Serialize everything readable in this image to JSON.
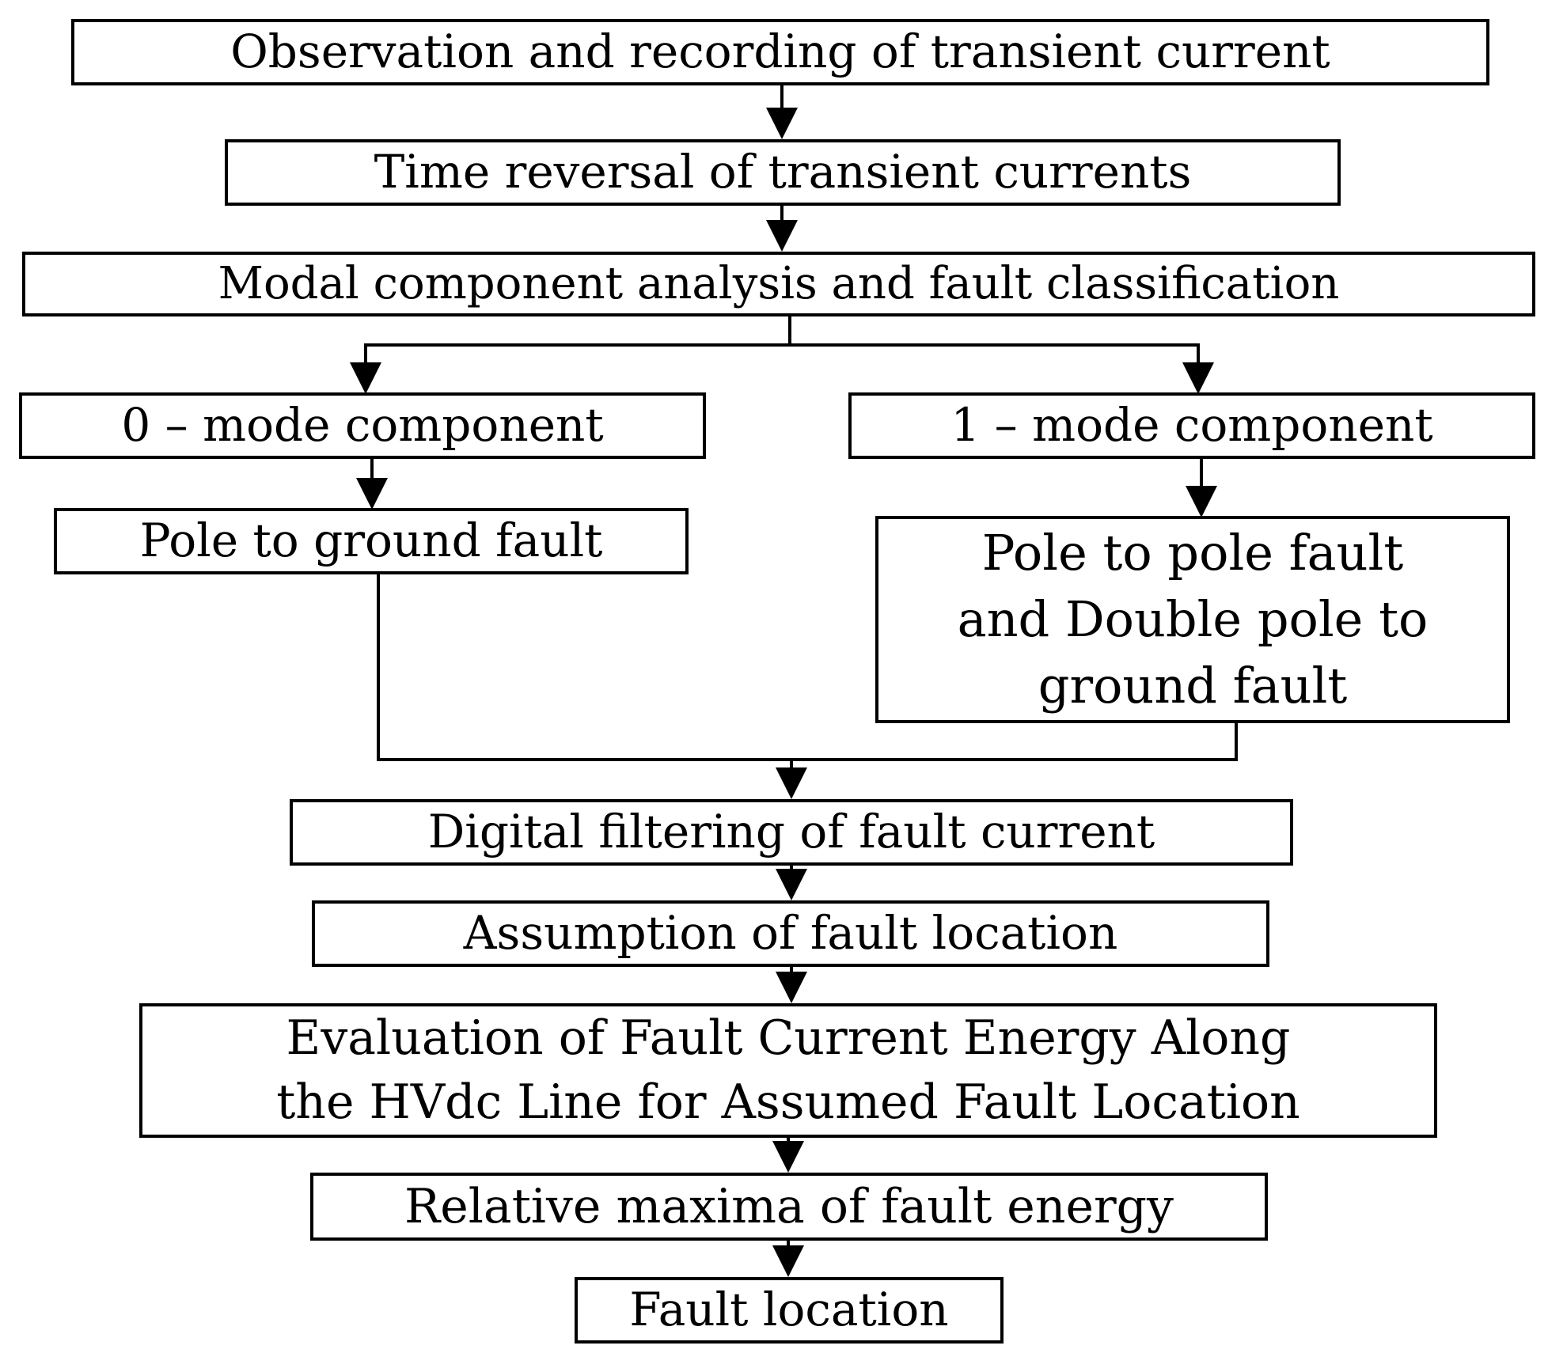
{
  "flowchart": {
    "colors": {
      "line": "#000000",
      "box_fill": "#ffffff",
      "text": "#000000"
    },
    "steps": {
      "observation": "Observation and recording of transient current",
      "time_reversal": "Time reversal of transient currents",
      "modal_analysis": "Modal component analysis and fault classification",
      "mode0": "0 – mode component",
      "mode1": "1 – mode component",
      "pole_ground": "Pole to ground fault",
      "pole_pole": [
        "Pole to pole fault",
        "and Double pole to",
        "ground fault"
      ],
      "digital_filtering": "Digital filtering of fault current",
      "assumption": "Assumption of fault location",
      "evaluation": [
        "Evaluation of Fault Current Energy Along",
        "the HVdc Line for Assumed Fault Location"
      ],
      "relative_maxima": "Relative maxima of fault energy",
      "fault_location": "Fault location"
    }
  }
}
